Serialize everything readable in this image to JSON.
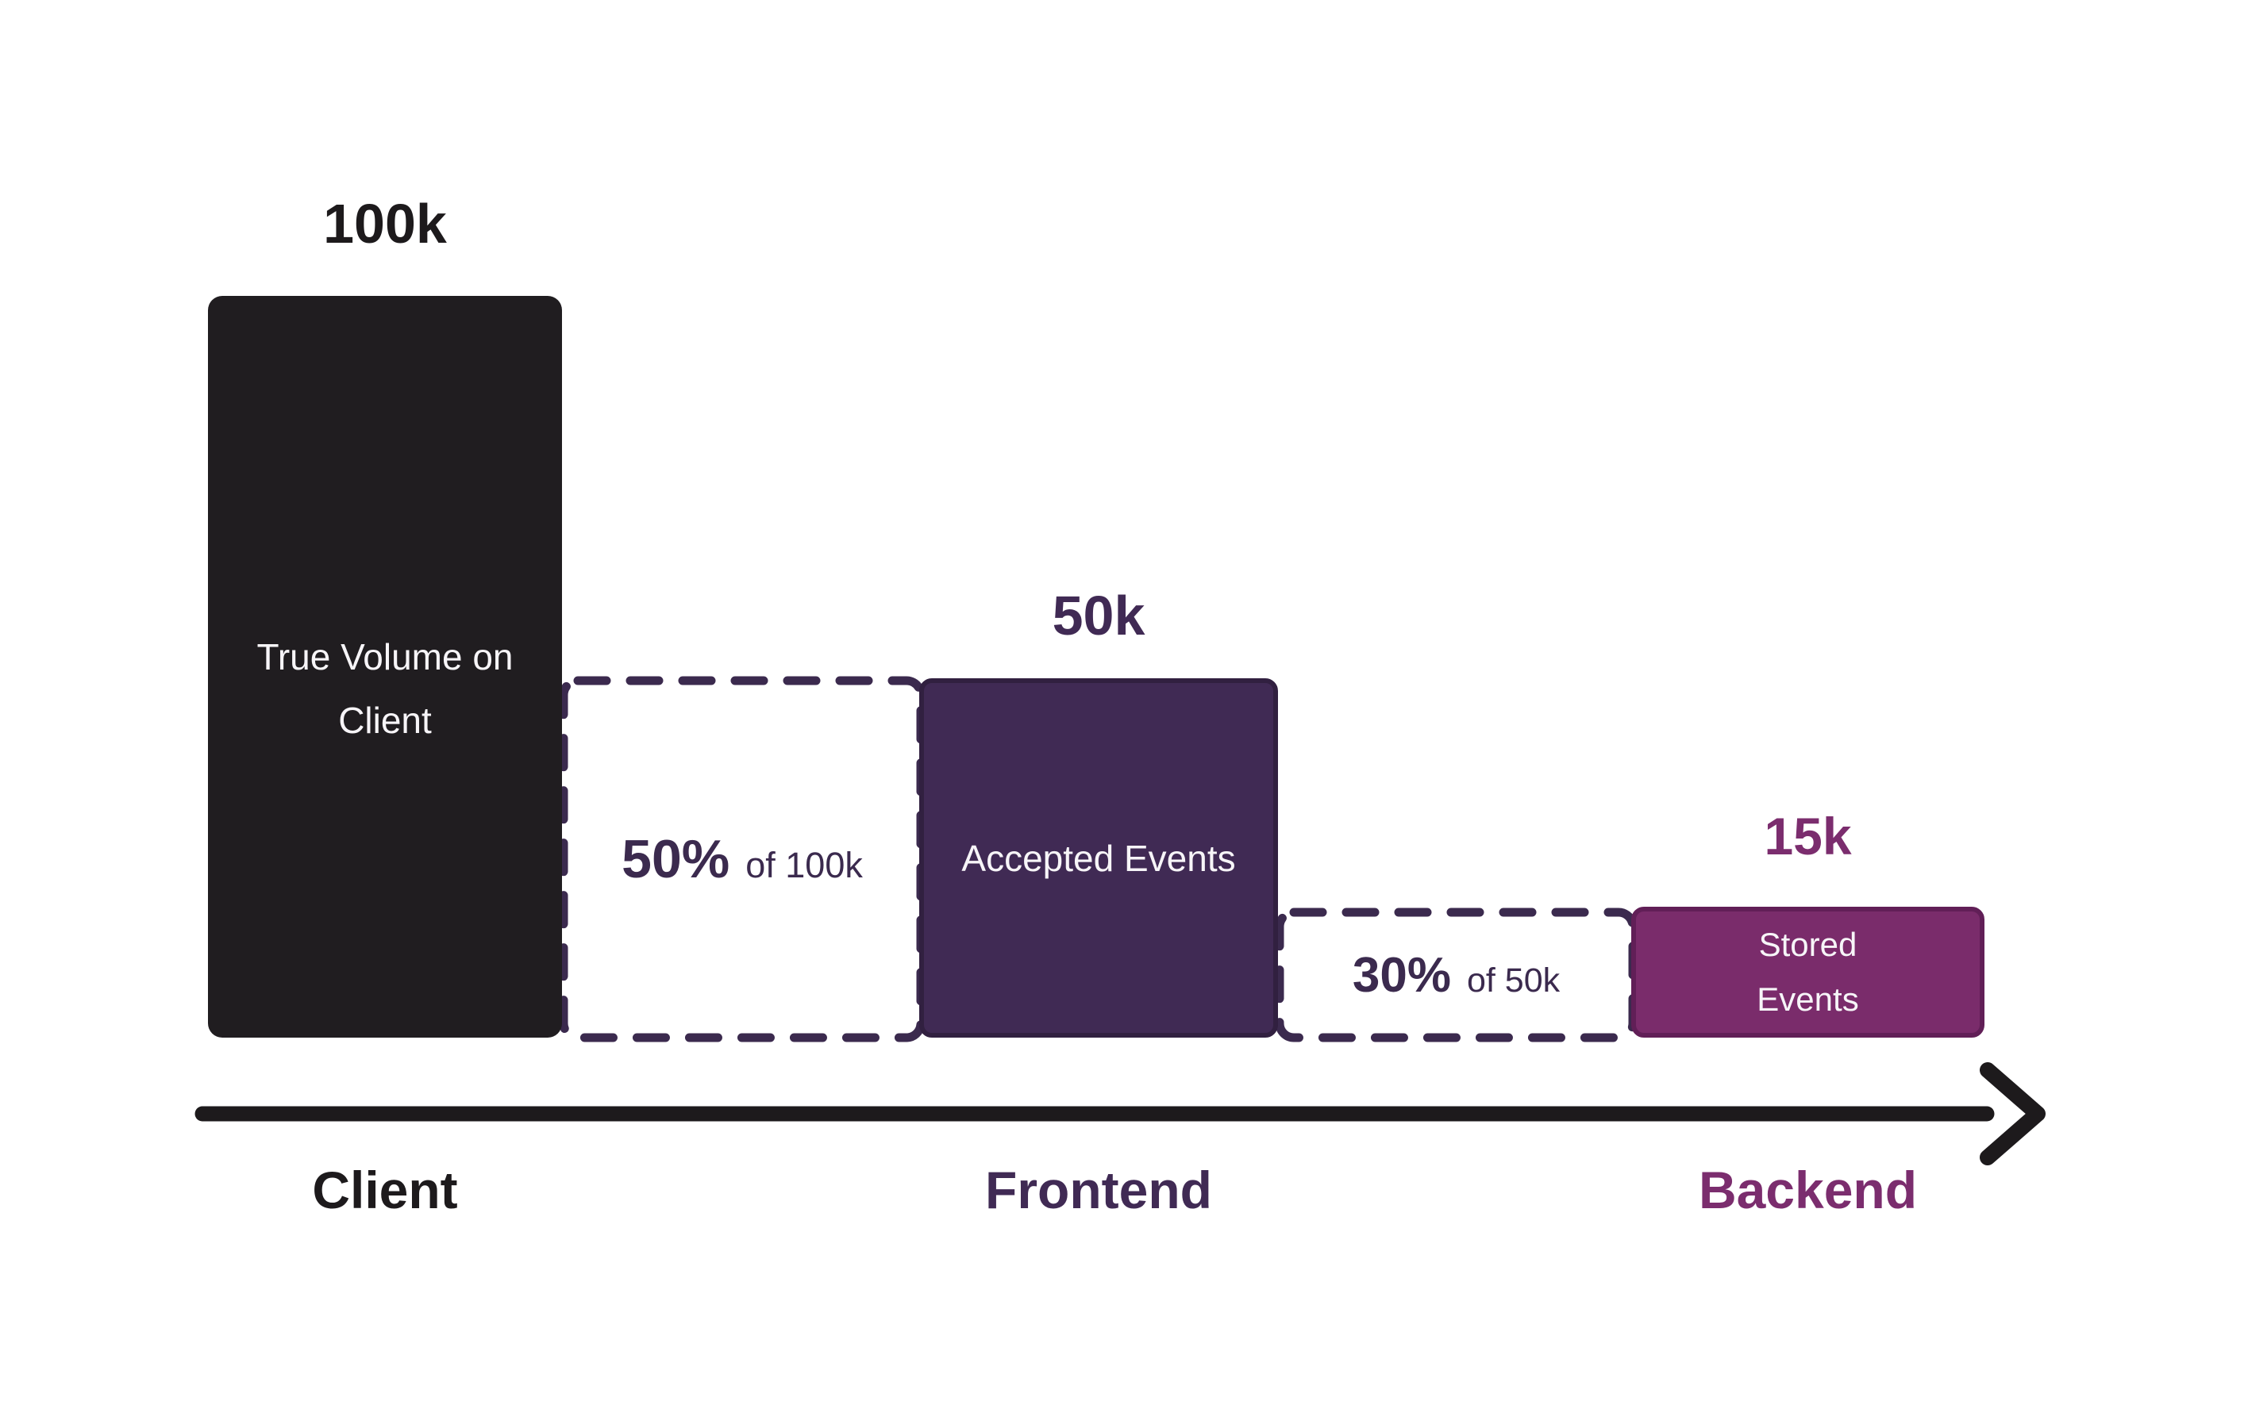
{
  "colors": {
    "background": "#ffffff",
    "client_bar": "#201d20",
    "frontend_bar": "#402a54",
    "frontend_bar_border": "#312040",
    "backend_bar": "#7a2c6b",
    "backend_bar_border": "#611f57",
    "dashed_outline": "#3b2a4e",
    "axis_arrow": "#1d1a1c",
    "text_dark": "#1d1a1c",
    "text_purple": "#402a54",
    "text_magenta": "#7b2d6e",
    "bar_text": "#ffffff"
  },
  "stages": [
    {
      "axis_label": "Client",
      "value_label": "100k",
      "bar_label": "True Volume on Client"
    },
    {
      "axis_label": "Frontend",
      "value_label": "50k",
      "bar_label": "Accepted Events",
      "drop_pct": "50%",
      "drop_of": "of 100k"
    },
    {
      "axis_label": "Backend",
      "value_label": "15k",
      "bar_label": "Stored Events",
      "drop_pct": "30%",
      "drop_of": "of 50k"
    }
  ],
  "chart_data": {
    "type": "bar",
    "subtype": "funnel",
    "categories": [
      "Client",
      "Frontend",
      "Backend"
    ],
    "values": [
      100000,
      50000,
      15000
    ],
    "value_labels": [
      "100k",
      "50k",
      "15k"
    ],
    "bar_labels": [
      "True Volume on Client",
      "Accepted Events",
      "Stored Events"
    ],
    "drop_annotations": [
      {
        "between": [
          "Client",
          "Frontend"
        ],
        "pct": "50%",
        "of": "of 100k"
      },
      {
        "between": [
          "Frontend",
          "Backend"
        ],
        "pct": "30%",
        "of": "of 50k"
      }
    ],
    "x_axis": {
      "style": "arrow",
      "direction": "left-to-right"
    },
    "grid": false,
    "legend": false
  }
}
